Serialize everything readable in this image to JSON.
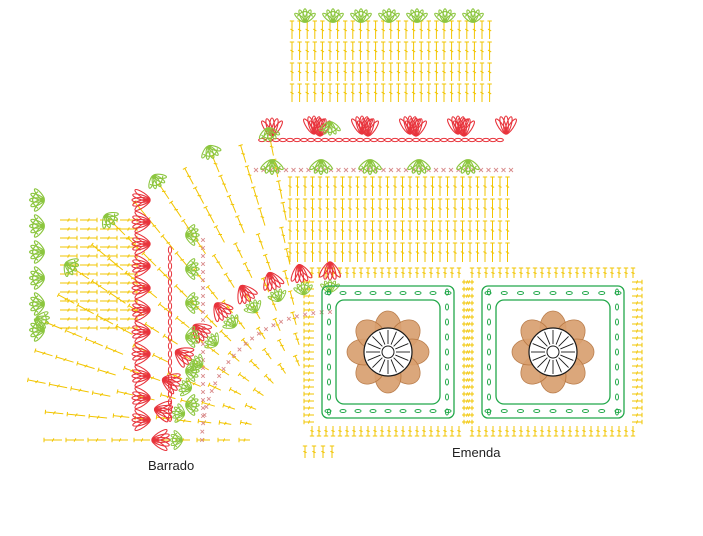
{
  "captions": {
    "left": "Barrado",
    "right": "Emenda"
  },
  "colors": {
    "dc": "#f2c500",
    "leaf": "#8cc63f",
    "petal": "#e8343c",
    "chain": "#e8343c",
    "xmark": "#d98a8a",
    "square": "#22a84a",
    "flower": "#d9a070",
    "flower_center": "#1a1a1a"
  },
  "symbols": [
    "dc-stitch",
    "sc-stitch",
    "chain-stitch",
    "shell-cluster",
    "petal-cluster",
    "granny-square-flower"
  ]
}
